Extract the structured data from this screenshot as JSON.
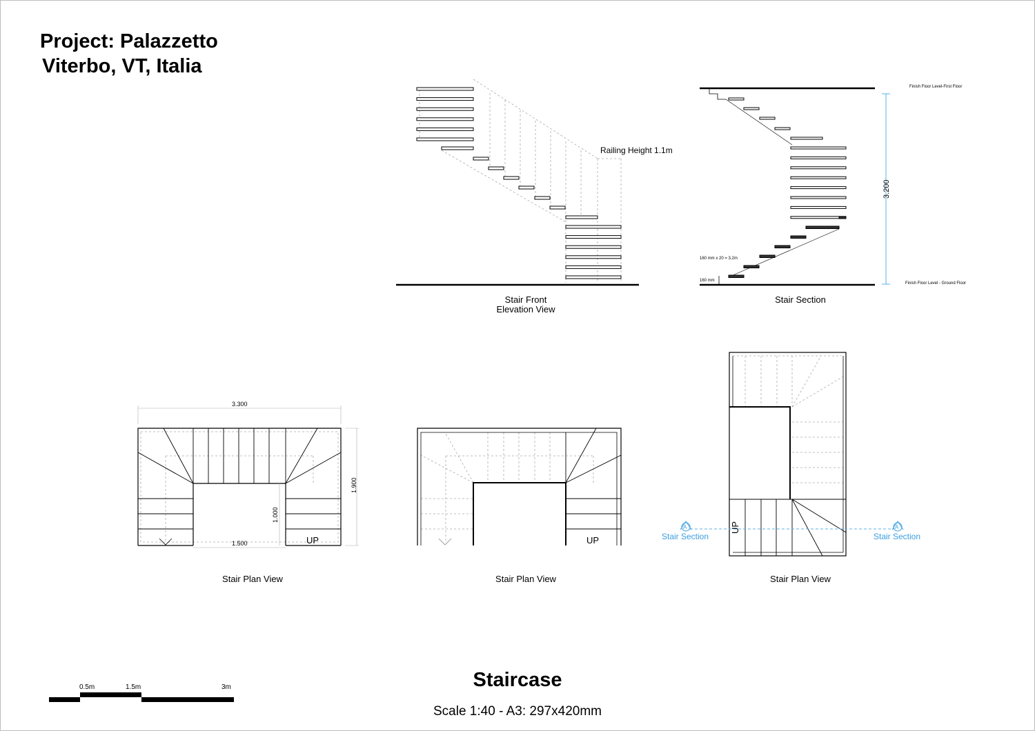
{
  "project": {
    "title_line1": "Project: Palazzetto",
    "title_line2": "Viterbo, VT, Italia"
  },
  "views": {
    "front_elevation": {
      "caption_line1": "Stair Front",
      "caption_line2": "Elevation View",
      "railing_label": "Railing Height 1.1m"
    },
    "section": {
      "caption": "Stair Section",
      "top_level_label": "Finish Floor Level-First Floor",
      "bottom_level_label": "Finish Floor Level - Ground Floor",
      "height_dimension": "3.200",
      "riser_formula": "160 mm x 20 = 3.2m",
      "riser_label": "160 mm"
    },
    "plan_1": {
      "caption": "Stair Plan View",
      "width_dimension": "3.300",
      "depth_dimension": "1.900",
      "opening_dimension": "1.000",
      "bottom_dimension": "1.500",
      "up_label": "UP"
    },
    "plan_2": {
      "caption": "Stair Plan View",
      "up_label": "UP"
    },
    "plan_3": {
      "caption": "Stair Plan View",
      "up_label": "UP",
      "section_marker_left": "Stair Section",
      "section_marker_right": "Stair Section",
      "marker_letter": "A"
    }
  },
  "sheet": {
    "title": "Staircase",
    "scale": "Scale 1:40 - A3: 297x420mm"
  },
  "scale_bar": {
    "labels": [
      "0.5m",
      "1.5m",
      "3m"
    ]
  },
  "colors": {
    "line": "#000000",
    "hidden_line": "#9a9a9a",
    "annotation_blue": "#3a9ee0"
  }
}
